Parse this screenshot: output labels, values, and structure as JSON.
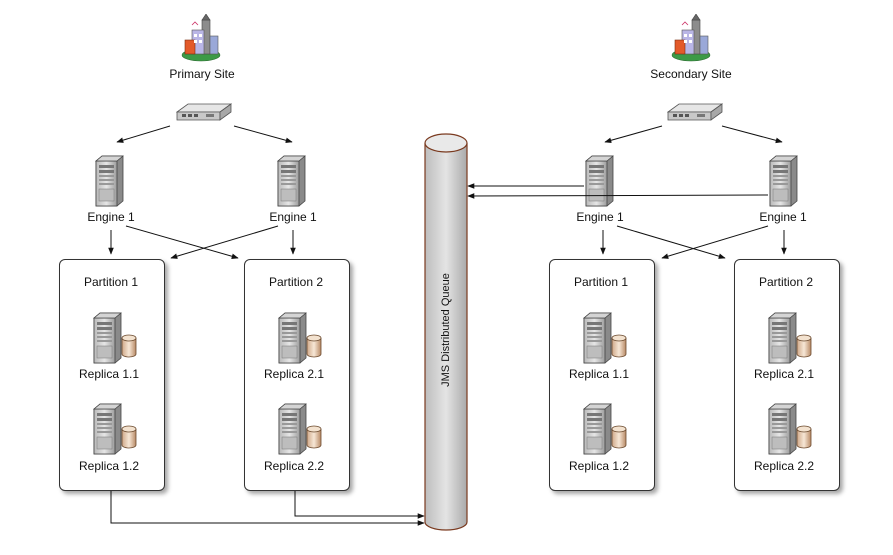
{
  "queue": {
    "label": "JMS Distributed Queue"
  },
  "primary": {
    "site_label": "Primary Site",
    "engine_left": "Engine 1",
    "engine_right": "Engine 1",
    "partition_1": {
      "title": "Partition 1",
      "replica_a": "Replica 1.1",
      "replica_b": "Replica 1.2"
    },
    "partition_2": {
      "title": "Partition 2",
      "replica_a": "Replica 2.1",
      "replica_b": "Replica 2.2"
    }
  },
  "secondary": {
    "site_label": "Secondary Site",
    "engine_left": "Engine 1",
    "engine_right": "Engine 1",
    "partition_1": {
      "title": "Partition 1",
      "replica_a": "Replica 1.1",
      "replica_b": "Replica 1.2"
    },
    "partition_2": {
      "title": "Partition 2",
      "replica_a": "Replica 2.1",
      "replica_b": "Replica 2.2"
    }
  }
}
